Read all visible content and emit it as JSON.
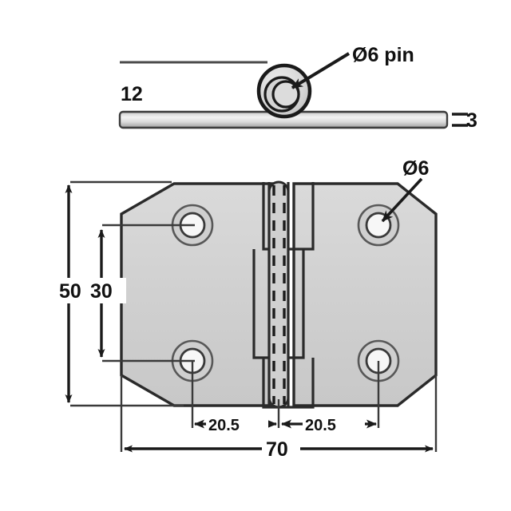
{
  "drawing": {
    "title": "Hinge technical drawing",
    "units": "mm",
    "background_color": "#ffffff",
    "line_color": "#1a1a1a",
    "plate_fill": "#d2d2d2",
    "plate_fill_light": "#dcdcdc",
    "hole_fill": "#ffffff",
    "views": {
      "side": {
        "name": "side-elevation-view",
        "labels": {
          "width": "12",
          "thickness": "3",
          "pin": "Ø6 pin"
        }
      },
      "front": {
        "name": "front-plan-view",
        "labels": {
          "height_overall": "50",
          "hole_spacing_vertical": "30",
          "hole_offset_left": "20.5",
          "hole_offset_right": "20.5",
          "width_overall": "70",
          "hole_diameter": "Ø6"
        }
      }
    },
    "icons": {
      "arrow_pin": "arrow-pointer-icon",
      "arrow_hole": "arrow-pointer-icon"
    }
  }
}
